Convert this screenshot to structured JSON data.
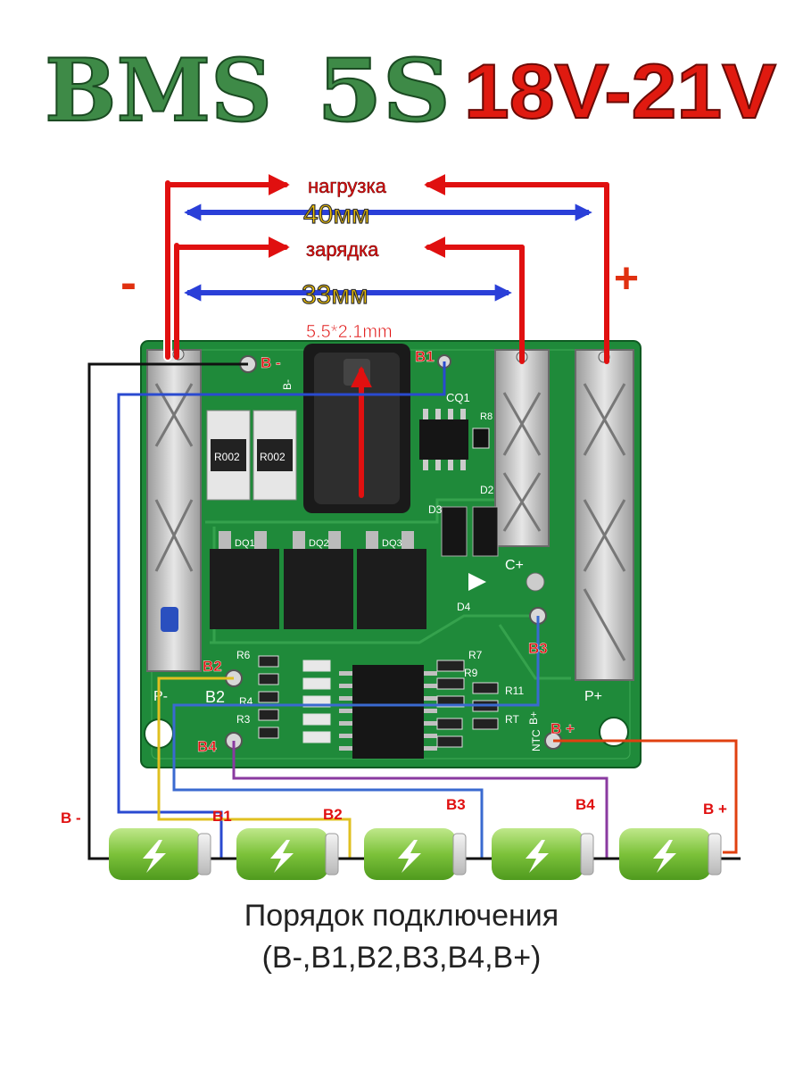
{
  "title": {
    "bms": "BMS",
    "cells": "5S",
    "voltage": "18V-21V"
  },
  "dimensions": {
    "load_label": "нагрузка",
    "load_width": "40мм",
    "charge_label": "зарядка",
    "charge_width": "33мм",
    "jack_size": "5.5*2.1mm"
  },
  "polarity": {
    "minus": "-",
    "plus": "+"
  },
  "board": {
    "r002_left": "R002",
    "r002_right": "R002",
    "cq1": "CQ1",
    "r8": "R8",
    "d2": "D2",
    "d3": "D3",
    "dq1": "DQ1",
    "dq2": "DQ2",
    "dq3": "DQ3",
    "c_plus": "C+",
    "d4": "D4",
    "r6": "R6",
    "r7": "R7",
    "r9": "R9",
    "r11": "R11",
    "rt": "RT",
    "r3": "R3",
    "r4": "R4",
    "b2_silk": "B2",
    "p_minus": "P-",
    "p_plus": "P+",
    "ntc": "NTC",
    "b_plus_silk": "B+",
    "b_minus_silk": "B-"
  },
  "pads": {
    "b_minus": "B -",
    "b1": "B1",
    "b2": "B2",
    "b3": "B3",
    "b4": "B4",
    "b_plus": "B +"
  },
  "battery_labels": {
    "b_minus": "B -",
    "b1": "B1",
    "b2": "B2",
    "b3": "B3",
    "b4": "B4",
    "b_plus": "B +"
  },
  "caption": {
    "line1": "Порядок подключения",
    "line2": "(B-,B1,B2,B3,B4,B+)"
  },
  "colors": {
    "green_title": "#3e8a47",
    "red": "#e01010",
    "blue": "#2a3fd8",
    "board": "#1f8a3a",
    "battery": "#7cc23a",
    "wire_black": "#111111",
    "wire_blue": "#2a4ad0",
    "wire_yellow": "#e0c020",
    "wire_purple": "#8a3aa0",
    "wire_orange": "#e04010"
  }
}
